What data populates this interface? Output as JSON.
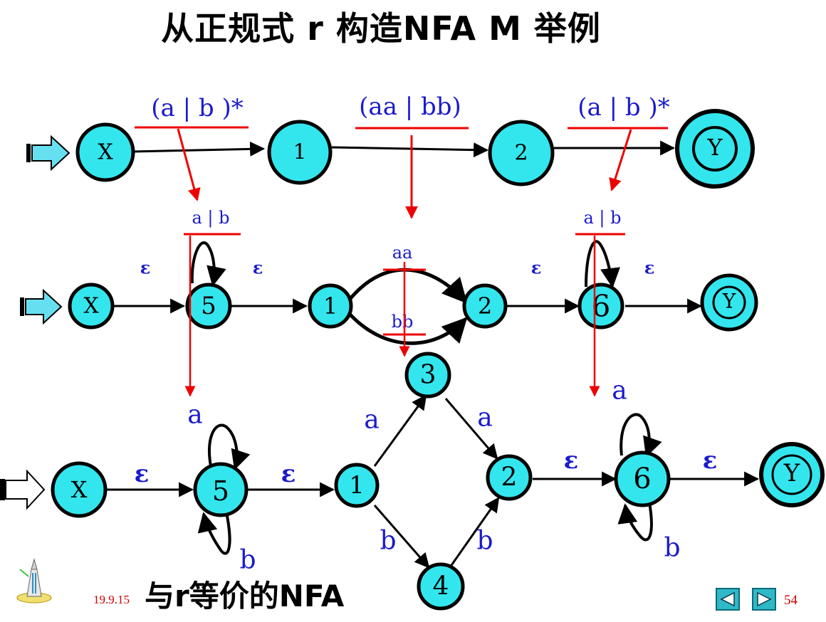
{
  "title": "从正规式 r 构造NFA M 举例",
  "caption": "与r等价的NFA",
  "footer": {
    "date": "19.9.15",
    "page": "54"
  },
  "colors": {
    "state_fill": "#33e6ee",
    "expr_color": "#1b1bcc",
    "arrow_red": "#ee0000"
  },
  "icons": [
    "start-arrow-icon",
    "tower-logo-icon",
    "prev-icon",
    "next-icon"
  ],
  "row1": {
    "states": [
      "X",
      "1",
      "2",
      "Y"
    ],
    "exprs": [
      "(a | b )*",
      "(aa | bb)",
      "(a | b )*"
    ]
  },
  "row2": {
    "states": [
      "X",
      "5",
      "1",
      "2",
      "6",
      "Y"
    ],
    "edge_labels": [
      "ε",
      "ε",
      "ε",
      "ε"
    ],
    "exprs": [
      "a | b",
      "aa",
      "bb",
      "a | b"
    ]
  },
  "row3": {
    "states": [
      "X",
      "5",
      "1",
      "3",
      "2",
      "4",
      "6",
      "Y"
    ],
    "edge_labels": [
      "ε",
      "ε",
      "ε",
      "ε"
    ],
    "labels": [
      "a",
      "b",
      "a",
      "a",
      "b",
      "b",
      "a",
      "b"
    ]
  }
}
